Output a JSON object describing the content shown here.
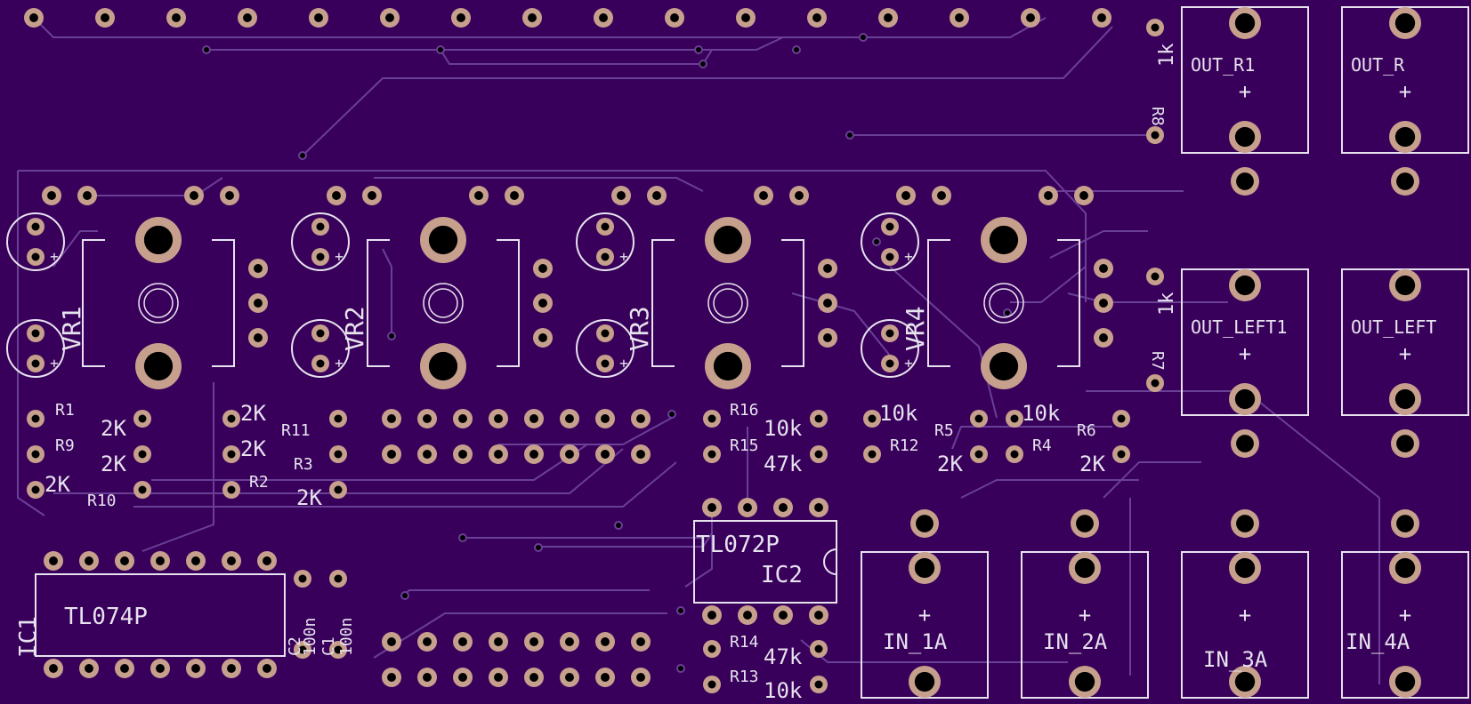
{
  "board": {
    "background": "#38005a",
    "trace_color": "#6a3f96",
    "silk_color": "#e6e2ee",
    "pad_color": "#c6a08c",
    "hole_color": "#000000"
  },
  "components": {
    "ic1": {
      "ref": "IC1",
      "value": "TL074P"
    },
    "ic2": {
      "ref": "IC2",
      "value": "TL072P"
    },
    "vr1": {
      "ref": "VR1"
    },
    "vr2": {
      "ref": "VR2"
    },
    "vr3": {
      "ref": "VR3"
    },
    "vr4": {
      "ref": "VR4"
    },
    "r1": {
      "ref": "R1"
    },
    "r9": {
      "ref": "R9"
    },
    "r10": {
      "ref": "R10"
    },
    "r11": {
      "ref": "R11"
    },
    "r3": {
      "ref": "R3"
    },
    "r2": {
      "ref": "R2"
    },
    "r16": {
      "ref": "R16"
    },
    "r15": {
      "ref": "R15"
    },
    "r12": {
      "ref": "R12"
    },
    "r5": {
      "ref": "R5"
    },
    "r4": {
      "ref": "R4"
    },
    "r6": {
      "ref": "R6"
    },
    "r14": {
      "ref": "R14"
    },
    "r13": {
      "ref": "R13"
    },
    "r8": {
      "ref": "R8",
      "value": "1k"
    },
    "r7": {
      "ref": "R7",
      "value": "1k"
    },
    "c1": {
      "ref": "C1",
      "value": "100n"
    },
    "c2": {
      "ref": "C2",
      "value": "100n"
    },
    "values": {
      "v2k_a": "2K",
      "v2k_b": "2K",
      "v2k_c": "2K",
      "v2k_d": "2K",
      "v2k_e": "2K",
      "v2k_f": "2K",
      "v10k_a": "10k",
      "v47k_a": "47k",
      "v10k_b": "10k",
      "v2k_g": "2K",
      "v10k_c": "10k",
      "v2k_h": "2K",
      "v47k_b": "47k",
      "v10k_d": "10k"
    },
    "plus": "+"
  },
  "jacks": {
    "out_r1": "OUT_R1",
    "out_r": "OUT_R",
    "out_left1": "OUT_LEFT1",
    "out_left": "OUT_LEFT",
    "in_1a": "IN_1A",
    "in_2a": "IN_2A",
    "in_3a": "IN_3A",
    "in_4a": "IN_4A"
  }
}
